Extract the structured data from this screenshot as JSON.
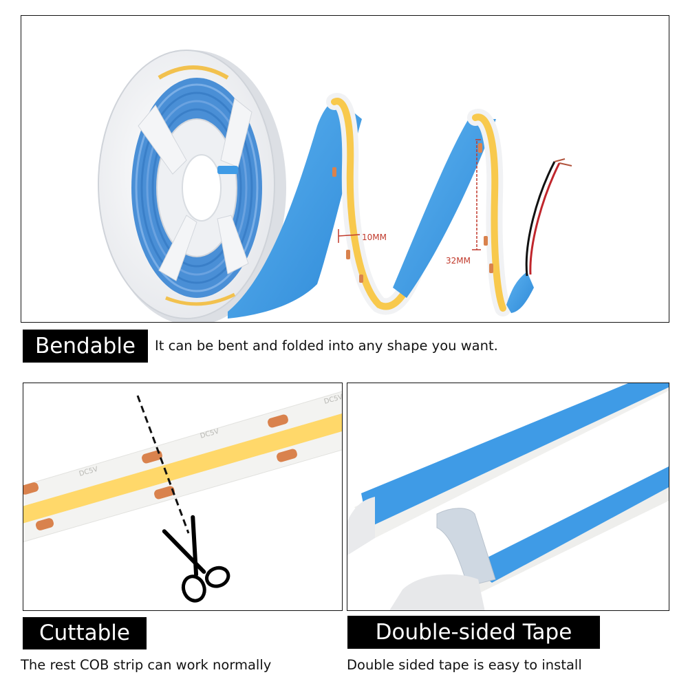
{
  "top_panel": {
    "dimension_width": "10MM",
    "dimension_height": "32MM"
  },
  "bendable": {
    "title": "Bendable",
    "description": "It can be bent and folded into any shape you want."
  },
  "cuttable": {
    "title": "Cuttable",
    "description": "The rest COB strip can work normally",
    "voltage_mark": "DC5V"
  },
  "tape": {
    "title": "Double-sided Tape",
    "description": "Double sided tape is easy to install"
  },
  "colors": {
    "tape_blue": "#3f9be6",
    "led_yellow": "#ffd86a",
    "pad_copper": "#d9824d",
    "label_bg": "#000000",
    "label_text": "#ffffff",
    "dimension_red": "#c0392b"
  }
}
